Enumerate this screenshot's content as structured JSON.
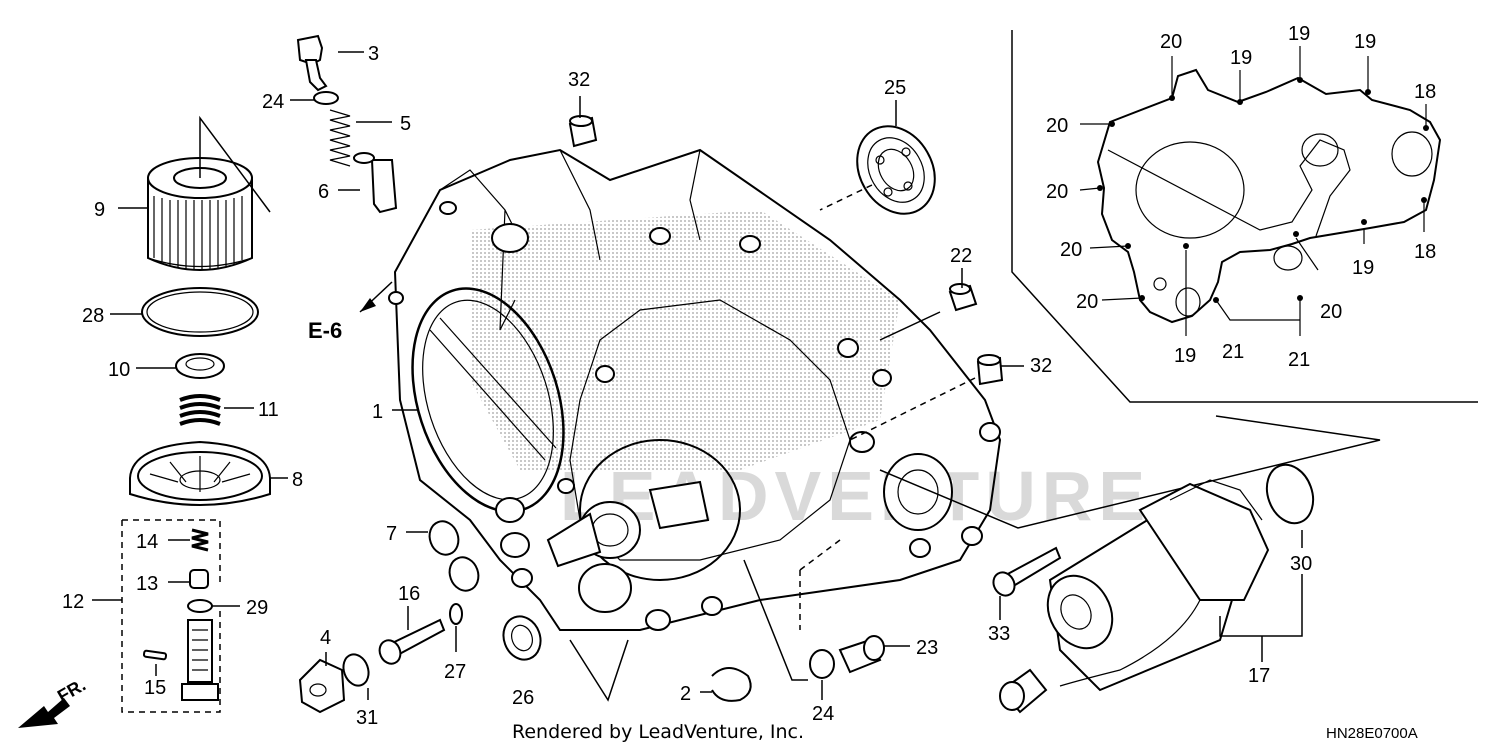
{
  "diagram": {
    "ref_label": "E-6",
    "direction_label": "FR.",
    "credit": "Rendered by LeadVenture, Inc.",
    "drawing_code": "HN28E0700A",
    "watermark": "LEADVENTURE",
    "callouts": [
      {
        "id": "c3",
        "text": "3"
      },
      {
        "id": "c24a",
        "text": "24"
      },
      {
        "id": "c5",
        "text": "5"
      },
      {
        "id": "c6",
        "text": "6"
      },
      {
        "id": "c9",
        "text": "9"
      },
      {
        "id": "c28",
        "text": "28"
      },
      {
        "id": "c10",
        "text": "10"
      },
      {
        "id": "c11",
        "text": "11"
      },
      {
        "id": "c8",
        "text": "8"
      },
      {
        "id": "c14",
        "text": "14"
      },
      {
        "id": "c13",
        "text": "13"
      },
      {
        "id": "c12",
        "text": "12"
      },
      {
        "id": "c29",
        "text": "29"
      },
      {
        "id": "c15",
        "text": "15"
      },
      {
        "id": "c32a",
        "text": "32"
      },
      {
        "id": "c25",
        "text": "25"
      },
      {
        "id": "c22",
        "text": "22"
      },
      {
        "id": "c32b",
        "text": "32"
      },
      {
        "id": "c1",
        "text": "1"
      },
      {
        "id": "c7",
        "text": "7"
      },
      {
        "id": "c16",
        "text": "16"
      },
      {
        "id": "c4",
        "text": "4"
      },
      {
        "id": "c27",
        "text": "27"
      },
      {
        "id": "c31",
        "text": "31"
      },
      {
        "id": "c26",
        "text": "26"
      },
      {
        "id": "c2",
        "text": "2"
      },
      {
        "id": "c24b",
        "text": "24"
      },
      {
        "id": "c23",
        "text": "23"
      },
      {
        "id": "c33",
        "text": "33"
      },
      {
        "id": "c30",
        "text": "30"
      },
      {
        "id": "c17",
        "text": "17"
      },
      {
        "id": "g20a",
        "text": "20"
      },
      {
        "id": "g19a",
        "text": "19"
      },
      {
        "id": "g19b",
        "text": "19"
      },
      {
        "id": "g19c",
        "text": "19"
      },
      {
        "id": "g18a",
        "text": "18"
      },
      {
        "id": "g20b",
        "text": "20"
      },
      {
        "id": "g20c",
        "text": "20"
      },
      {
        "id": "g18b",
        "text": "18"
      },
      {
        "id": "g20d",
        "text": "20"
      },
      {
        "id": "g19d",
        "text": "19"
      },
      {
        "id": "g20e",
        "text": "20"
      },
      {
        "id": "g20f",
        "text": "20"
      },
      {
        "id": "g19e",
        "text": "19"
      },
      {
        "id": "g21a",
        "text": "21"
      },
      {
        "id": "g21b",
        "text": "21"
      }
    ]
  }
}
